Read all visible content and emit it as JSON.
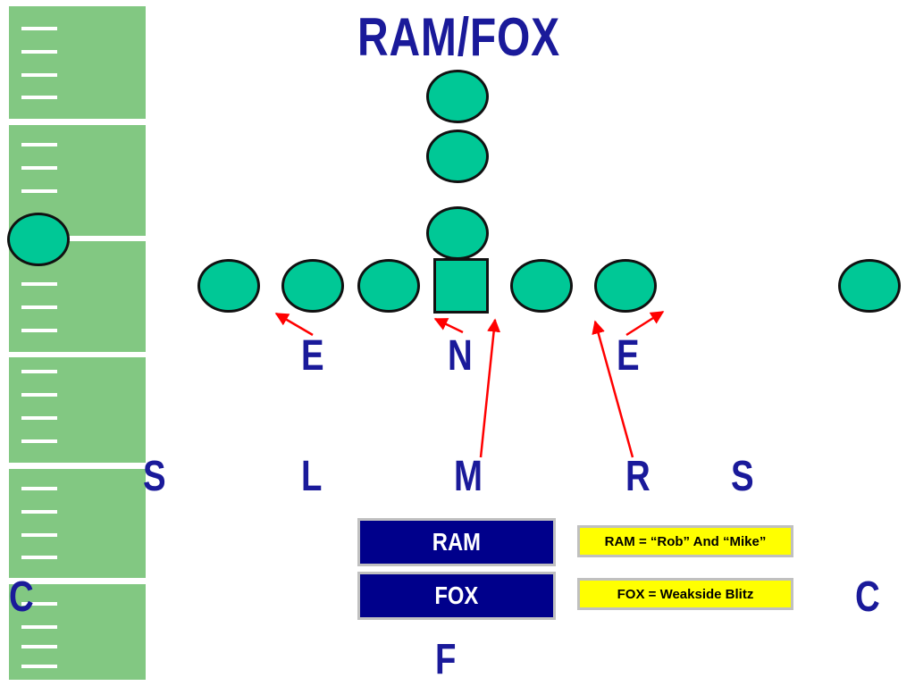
{
  "title": "RAM/FOX",
  "defense": {
    "end_left": "E",
    "nose": "N",
    "end_right": "E",
    "safety_left": "S",
    "lb_left": "L",
    "lb_mike": "M",
    "lb_rob": "R",
    "safety_right": "S",
    "corner_left": "C",
    "corner_right": "C",
    "free_safety": "F"
  },
  "calls": {
    "ram_label": "RAM",
    "fox_label": "FOX"
  },
  "notes": {
    "ram": "RAM = “Rob” And “Mike”",
    "fox": "FOX = Weakside Blitz"
  },
  "colors": {
    "field": "#82c882",
    "player": "#00c896",
    "defense_text": "#1a1a9a",
    "call_button": "#00008b",
    "note_bg": "#ffff00",
    "arrow": "#ff0000"
  }
}
